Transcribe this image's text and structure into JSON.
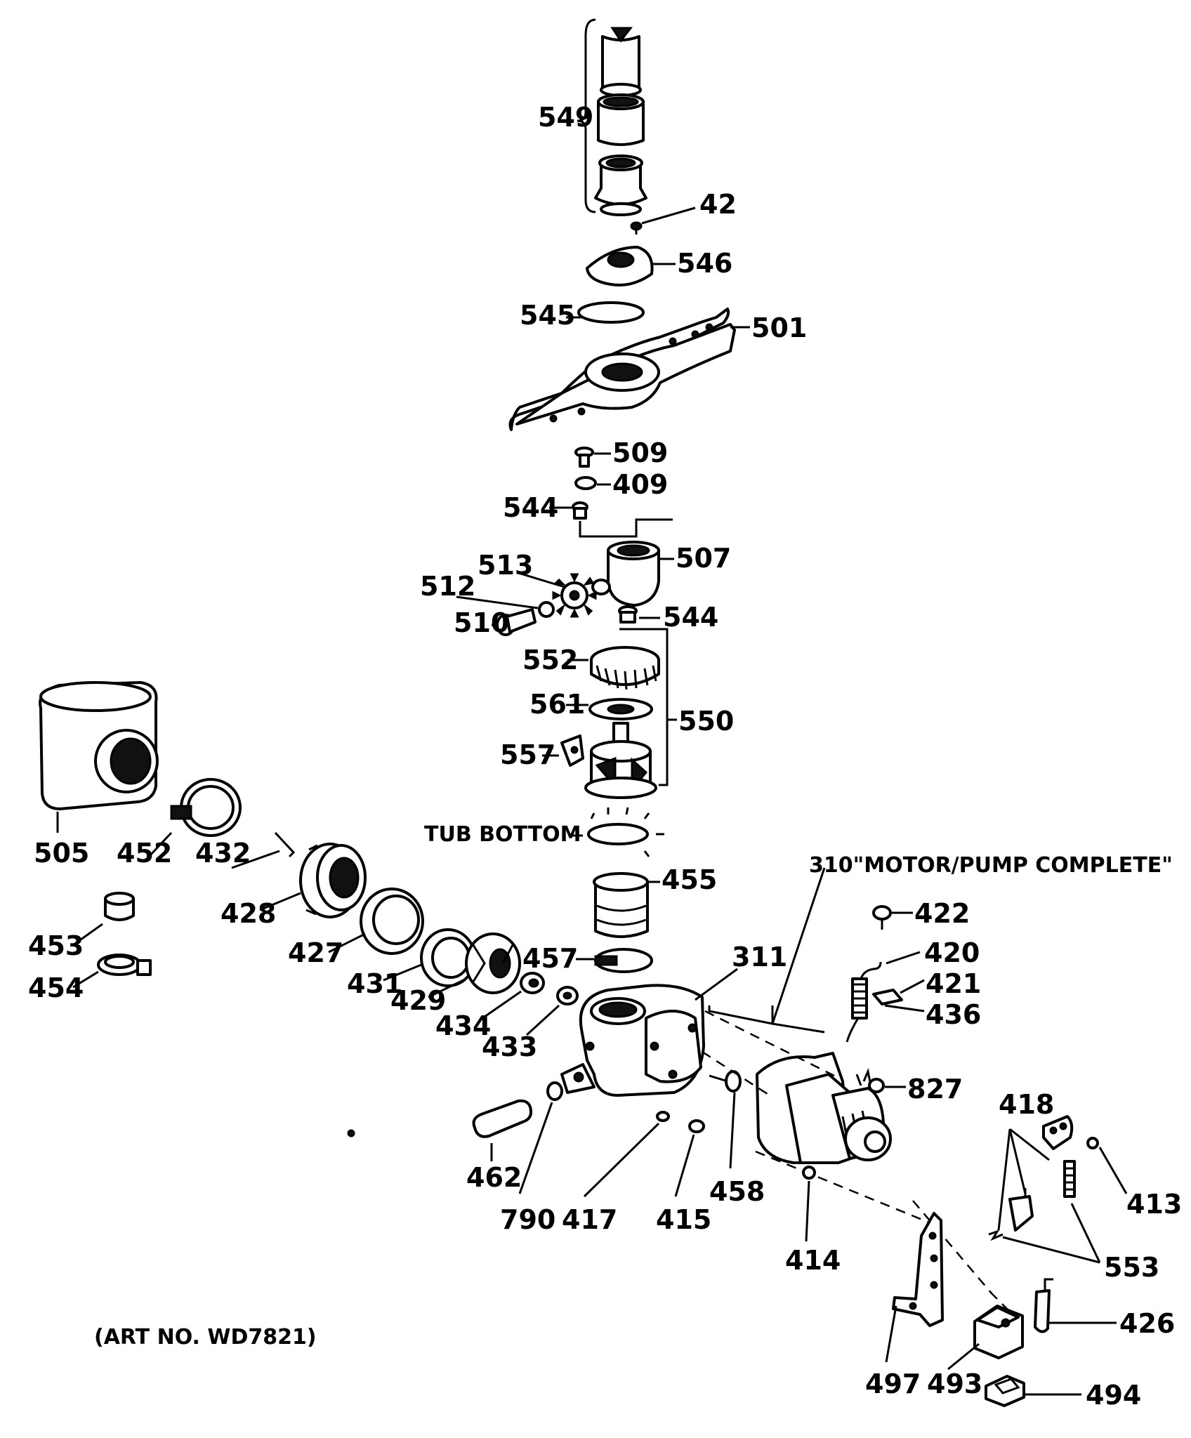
{
  "labels": {
    "p549": "549",
    "p42": "42",
    "p546": "546",
    "p545": "545",
    "p501": "501",
    "p509": "509",
    "p409": "409",
    "p544a": "544",
    "p507": "507",
    "p513": "513",
    "p512": "512",
    "p510": "510",
    "p544b": "544",
    "p552": "552",
    "p561": "561",
    "p550": "550",
    "p557": "557",
    "p505": "505",
    "p452": "452",
    "p432": "432",
    "p428": "428",
    "p427": "427",
    "p431": "431",
    "p429": "429",
    "p434": "434",
    "p433": "433",
    "p453": "453",
    "p454": "454",
    "p455": "455",
    "p457": "457",
    "p311": "311",
    "p422": "422",
    "p420": "420",
    "p421": "421",
    "p436": "436",
    "p827": "827",
    "p418": "418",
    "p413": "413",
    "p553": "553",
    "p426": "426",
    "p462": "462",
    "p790": "790",
    "p417": "417",
    "p415": "415",
    "p458": "458",
    "p414": "414",
    "p497": "497",
    "p493": "493",
    "p494": "494"
  },
  "tub_bottom": "TUB BOTTOM",
  "motor_pump": "310\"MOTOR/PUMP COMPLETE\"",
  "art_no": "(ART NO. WD7821)"
}
